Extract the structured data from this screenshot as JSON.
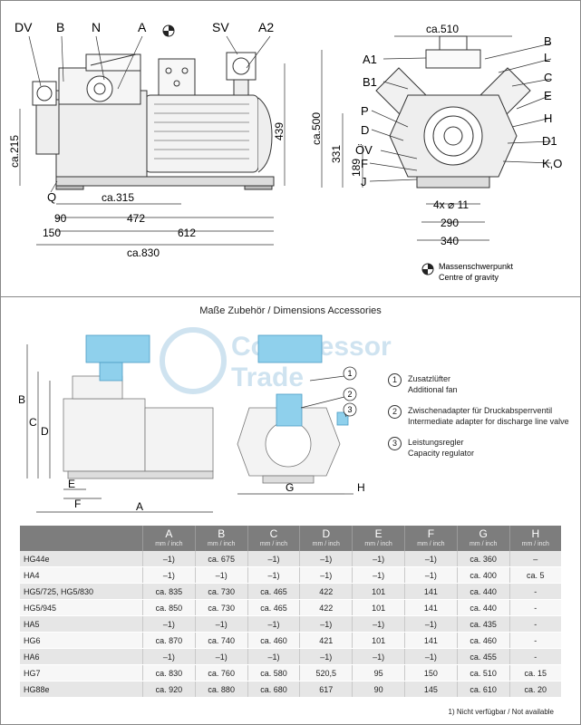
{
  "top_left": {
    "labels": {
      "dv": "DV",
      "b": "B",
      "n": "N",
      "a": "A",
      "sv": "SV",
      "a2": "A2",
      "q": "Q"
    },
    "dims": {
      "d215": "ca.215",
      "d439": "439",
      "d315": "ca.315",
      "d90": "90",
      "d472": "472",
      "d150": "150",
      "d612": "612",
      "d830": "ca.830"
    }
  },
  "top_right": {
    "labels": {
      "b": "B",
      "l": "L",
      "c": "C",
      "e": "E",
      "h": "H",
      "d1": "D1",
      "ko": "K,O",
      "a1": "A1",
      "b1": "B1",
      "p": "P",
      "d": "D",
      "ov": "ÖV",
      "f": "F",
      "j": "J"
    },
    "dims": {
      "d510": "ca.510",
      "d500": "ca.500",
      "d331": "331",
      "d189": "189",
      "holes": "4x ⌀ 11",
      "d290": "290",
      "d340": "340"
    },
    "gravity_de": "Massenschwerpunkt",
    "gravity_en": "Centre of gravity"
  },
  "accessories": {
    "title": "Maße Zubehör / Dimensions Accessories",
    "watermark_line1": "Compressor",
    "watermark_line2": "Trade",
    "dim_labels": {
      "b": "B",
      "c": "C",
      "d": "D",
      "e": "E",
      "f": "F",
      "a": "A",
      "g": "G",
      "h": "H"
    },
    "callouts": [
      "1",
      "2",
      "3"
    ],
    "legend": [
      {
        "num": "1",
        "de": "Zusatzlüfter",
        "en": "Additional fan"
      },
      {
        "num": "2",
        "de": "Zwischenadapter für Druckabsperrventil",
        "en": "Intermediate adapter for discharge line valve"
      },
      {
        "num": "3",
        "de": "Leistungsregler",
        "en": "Capacity regulator"
      }
    ]
  },
  "table": {
    "unit": "mm / inch",
    "columns": [
      "A",
      "B",
      "C",
      "D",
      "E",
      "F",
      "G",
      "H"
    ],
    "rows": [
      {
        "model": "HG44e",
        "cells": [
          "–1)",
          "ca. 675",
          "–1)",
          "–1)",
          "–1)",
          "–1)",
          "ca. 360",
          "–"
        ]
      },
      {
        "model": "HA4",
        "cells": [
          "–1)",
          "–1)",
          "–1)",
          "–1)",
          "–1)",
          "–1)",
          "ca. 400",
          "ca. 5"
        ]
      },
      {
        "model": "HG5/725, HG5/830",
        "cells": [
          "ca. 835",
          "ca. 730",
          "ca. 465",
          "422",
          "101",
          "141",
          "ca. 440",
          "-"
        ]
      },
      {
        "model": "HG5/945",
        "cells": [
          "ca. 850",
          "ca. 730",
          "ca. 465",
          "422",
          "101",
          "141",
          "ca. 440",
          "-"
        ]
      },
      {
        "model": "HA5",
        "cells": [
          "–1)",
          "–1)",
          "–1)",
          "–1)",
          "–1)",
          "–1)",
          "ca. 435",
          "-"
        ]
      },
      {
        "model": "HG6",
        "cells": [
          "ca. 870",
          "ca. 740",
          "ca. 460",
          "421",
          "101",
          "141",
          "ca. 460",
          "-"
        ]
      },
      {
        "model": "HA6",
        "cells": [
          "–1)",
          "–1)",
          "–1)",
          "–1)",
          "–1)",
          "–1)",
          "ca. 455",
          "-"
        ]
      },
      {
        "model": "HG7",
        "cells": [
          "ca. 830",
          "ca. 760",
          "ca. 580",
          "520,5",
          "95",
          "150",
          "ca. 510",
          "ca. 15"
        ]
      },
      {
        "model": "HG88e",
        "cells": [
          "ca. 920",
          "ca. 880",
          "ca. 680",
          "617",
          "90",
          "145",
          "ca. 610",
          "ca. 20"
        ]
      }
    ],
    "footnote": "1) Nicht verfügbar / Not available"
  }
}
